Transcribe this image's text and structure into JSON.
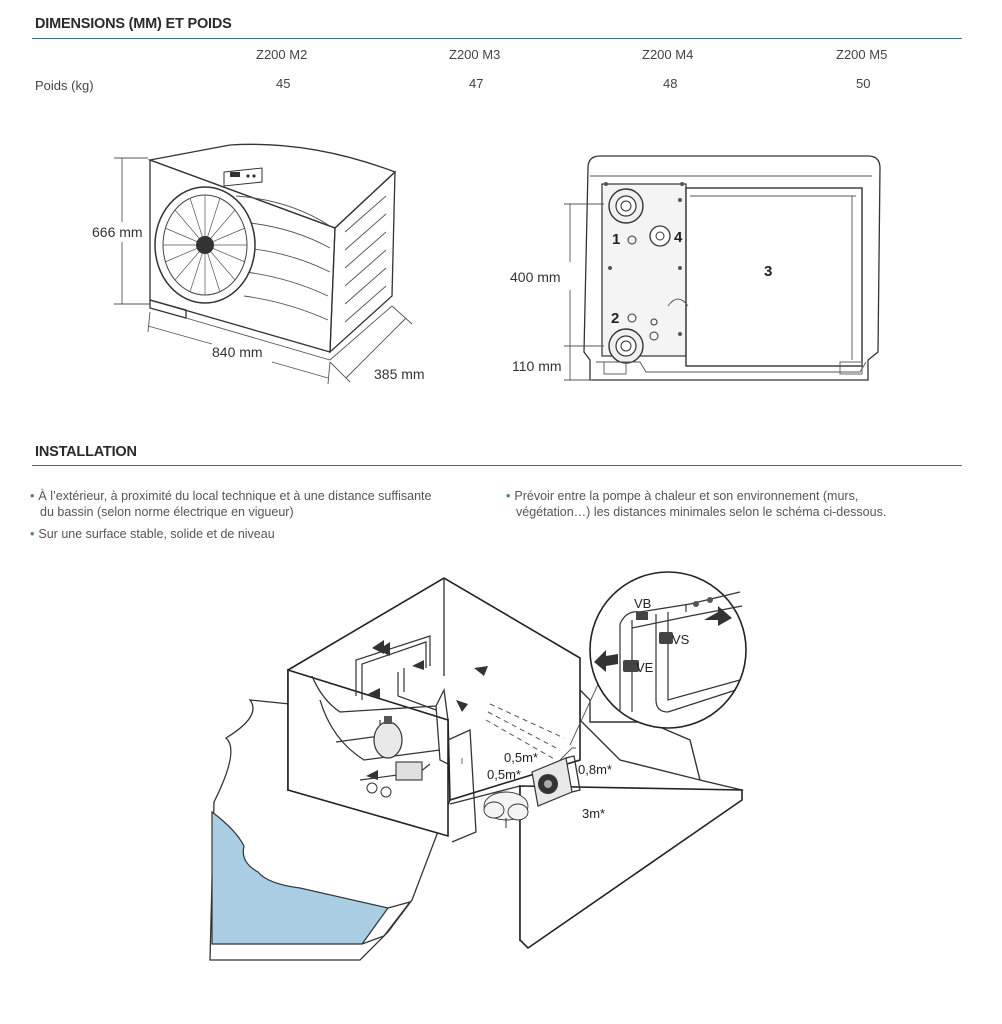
{
  "dimensions": {
    "title": "DIMENSIONS (MM) ET POIDS",
    "row_label": "Poids (kg)",
    "models": [
      {
        "name": "Z200 M2",
        "weight": "45"
      },
      {
        "name": "Z200 M3",
        "weight": "47"
      },
      {
        "name": "Z200 M4",
        "weight": "48"
      },
      {
        "name": "Z200 M5",
        "weight": "50"
      }
    ],
    "iso_labels": {
      "height": "666 mm",
      "width": "840 mm",
      "depth": "385 mm"
    },
    "back_labels": {
      "h400": "400 mm",
      "h110": "110 mm",
      "c1": "1",
      "c2": "2",
      "c3": "3",
      "c4": "4"
    }
  },
  "installation": {
    "title": "INSTALLATION",
    "bullets_left": [
      {
        "line1": "À l’extérieur, à proximité du local technique et à une distance suffisante",
        "line2": "du bassin (selon norme électrique en vigueur)"
      },
      {
        "line1": "Sur une surface stable, solide et de niveau",
        "line2": ""
      }
    ],
    "bullets_right": [
      {
        "line1": "Prévoir entre la pompe à chaleur et son environnement (murs,",
        "line2": "végétation…) les distances minimales selon le schéma ci-dessous."
      }
    ],
    "diagram_labels": {
      "d1": "0,5m*",
      "d2": "0,5m*",
      "d3": "0,8m*",
      "d4": "3m*",
      "vb": "VB",
      "vs": "VS",
      "ve": "VE"
    }
  },
  "colors": {
    "rule": "#3f6f84",
    "water": "#a9cde3",
    "bullet": "#3f7f9a"
  }
}
